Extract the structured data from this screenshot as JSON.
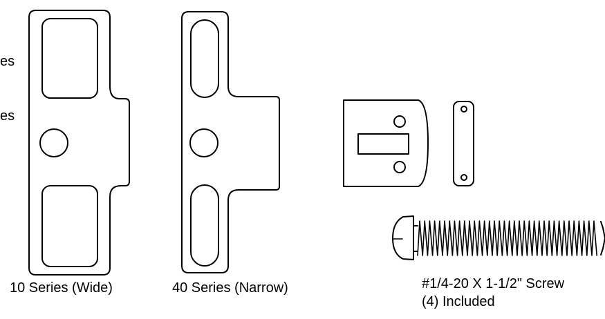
{
  "left_fragments": {
    "upper": "es",
    "lower": "es"
  },
  "parts": {
    "wide_plate": {
      "caption": "10 Series (Wide)"
    },
    "narrow_plate": {
      "caption": "40 Series (Narrow)"
    },
    "strike_plate": {
      "caption": ""
    },
    "small_strike": {
      "caption": ""
    },
    "screw": {
      "caption_line1": "#1/4-20 X 1-1/2\" Screw",
      "caption_line2": "(4) Included"
    }
  }
}
